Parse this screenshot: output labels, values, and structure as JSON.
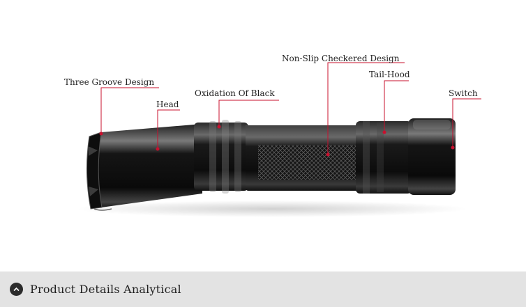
{
  "callouts": {
    "three_groove": "Three Groove Design",
    "head": "Head",
    "oxidation": "Oxidation Of Black",
    "non_slip": "Non-Slip Checkered Design",
    "tail_hood": "Tail-Hood",
    "switch": "Switch"
  },
  "footer": {
    "icon": "chevron-up-icon",
    "title": "Product Details Analytical"
  },
  "colors": {
    "callout_line": "#c8102e",
    "footer_background": "#e3e3e3",
    "body_metal": "#111111"
  }
}
